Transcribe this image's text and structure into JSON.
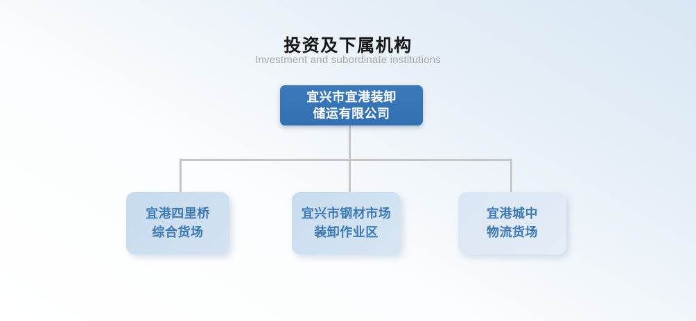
{
  "header": {
    "title": "投资及下属机构",
    "subtitle": "Investment and subordinate institutions"
  },
  "org_chart": {
    "root": {
      "label_line1": "宜兴市宜港装卸",
      "label_line2": "储运有限公司"
    },
    "children": [
      {
        "label_line1": "宜港四里桥",
        "label_line2": "综合货场"
      },
      {
        "label_line1": "宜兴市钢材市场",
        "label_line2": "装卸作业区"
      },
      {
        "label_line1": "宜港城中",
        "label_line2": "物流货场"
      }
    ]
  },
  "colors": {
    "background_top": "#d8e7f4",
    "background_bottom": "#ffffff",
    "root_box": "#3573b4",
    "root_text": "#ffffff",
    "child_box_left": "#c6daee",
    "child_box_middle": "#c8dcef",
    "child_box_right": "#d9e6f3",
    "child_text": "#3d78b5",
    "connector": "#c6c6c6",
    "title_text": "#161616",
    "subtitle_text": "#a6a6a6"
  }
}
